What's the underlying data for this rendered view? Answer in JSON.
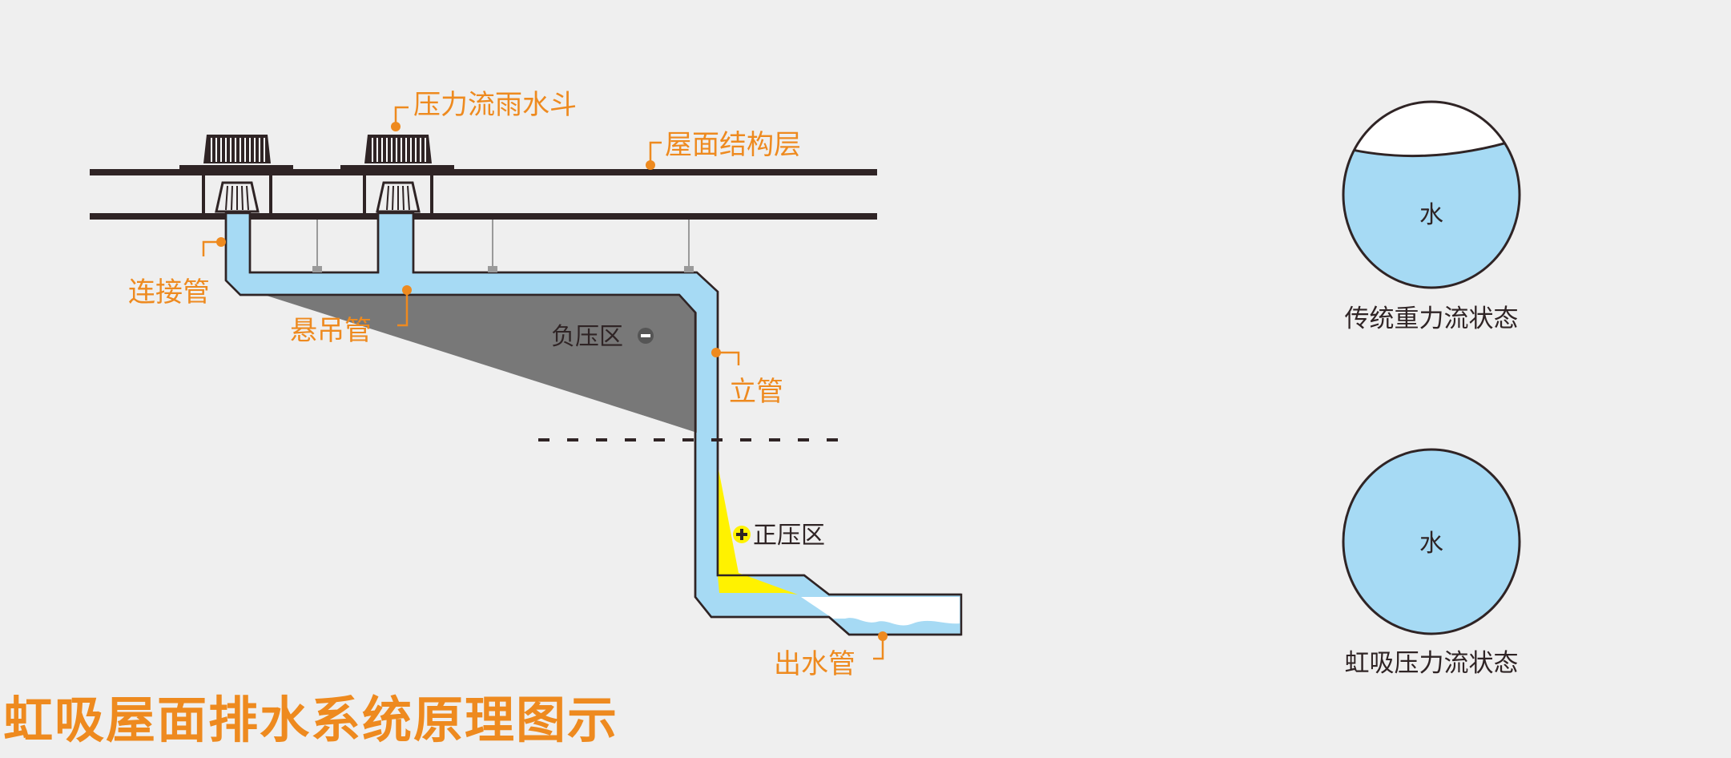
{
  "title": "虹吸屋面排水系统原理图示",
  "labels": {
    "drain": "压力流雨水斗",
    "roof_layer": "屋面结构层",
    "connector_pipe": "连接管",
    "suspended_pipe": "悬吊管",
    "riser": "立管",
    "outlet_pipe": "出水管",
    "negative_zone": "负压区",
    "positive_zone": "正压区"
  },
  "states": [
    {
      "water": "水",
      "caption": "传统重力流状态"
    },
    {
      "water": "水",
      "caption": "虹吸压力流状态"
    }
  ],
  "colors": {
    "accent": "#ee8a1f",
    "water": "#a6daf4",
    "negative_zone": "#787878",
    "positive_zone": "#fff200",
    "structure": "#2f2425",
    "background": "#efefef"
  }
}
